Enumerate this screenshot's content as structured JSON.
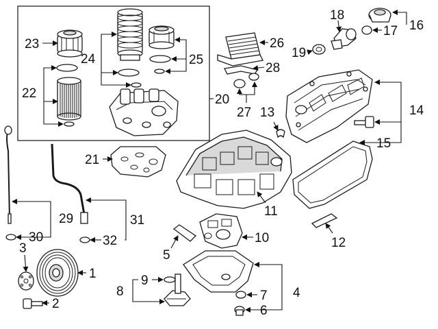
{
  "callouts": {
    "c1": "1",
    "c2": "2",
    "c3": "3",
    "c4": "4",
    "c5": "5",
    "c6": "6",
    "c7": "7",
    "c8": "8",
    "c9": "9",
    "c10": "10",
    "c11": "11",
    "c12": "12",
    "c13": "13",
    "c14": "14",
    "c15": "15",
    "c16": "16",
    "c17": "17",
    "c18": "18",
    "c19": "19",
    "c20": "20",
    "c21": "21",
    "c22": "22",
    "c23": "23",
    "c24": "24",
    "c25": "25",
    "c26": "26",
    "c27": "27",
    "c28": "28",
    "c29": "29",
    "c30": "30",
    "c31": "31",
    "c32": "32"
  },
  "colors": {
    "line": "#1a1a1a",
    "fill_light": "#ffffff",
    "fill_shade": "#d9d9d9",
    "text": "#111111"
  }
}
